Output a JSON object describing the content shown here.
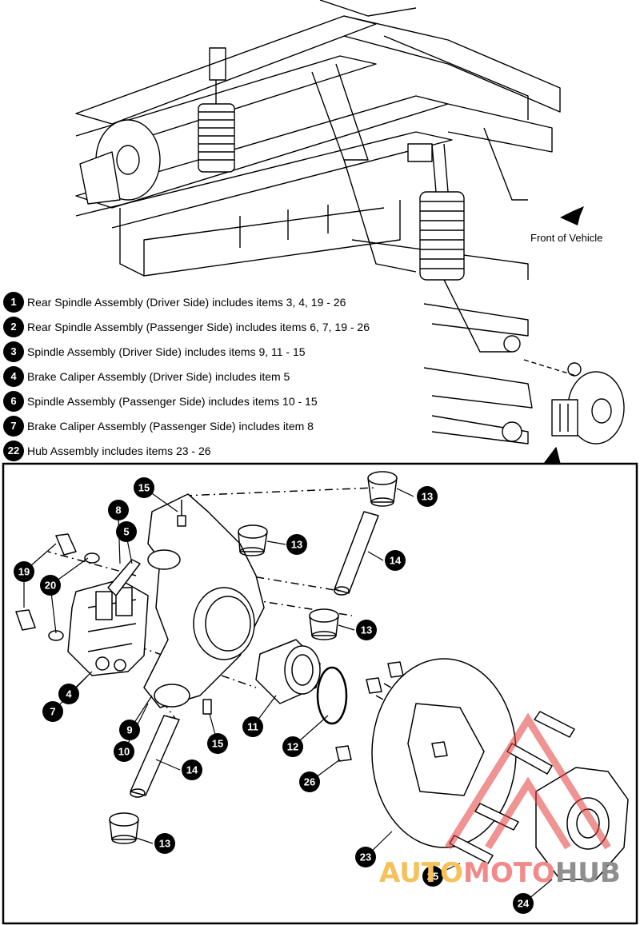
{
  "front_of_vehicle_label": "Front of Vehicle",
  "legend": [
    {
      "number": "1",
      "text": "Rear Spindle Assembly (Driver Side) includes items 3, 4, 19 - 26"
    },
    {
      "number": "2",
      "text": "Rear Spindle Assembly (Passenger Side) includes items 6, 7, 19 - 26"
    },
    {
      "number": "3",
      "text": "Spindle Assembly (Driver Side) includes items 9, 11 - 15"
    },
    {
      "number": "4",
      "text": "Brake Caliper Assembly (Driver Side) includes item 5"
    },
    {
      "number": "6",
      "text": "Spindle Assembly (Passenger Side) includes items 10 - 15"
    },
    {
      "number": "7",
      "text": "Brake Caliper Assembly (Passenger Side) includes item 8"
    },
    {
      "number": "22",
      "text": "Hub Assembly includes items 23 - 26"
    }
  ],
  "callouts": [
    "15",
    "8",
    "5",
    "13",
    "13",
    "14",
    "19",
    "20",
    "13",
    "4",
    "7",
    "11",
    "9",
    "10",
    "15",
    "12",
    "14",
    "26",
    "13",
    "23",
    "25",
    "24"
  ],
  "watermark": {
    "part1": "AUTO",
    "part2": "MOTO",
    "part3": "HUB"
  },
  "colors": {
    "line": "#000000",
    "watermark_red": "#e23b3b",
    "watermark_yellow": "#f6c15a",
    "watermark_gray": "#8f8f8f"
  }
}
